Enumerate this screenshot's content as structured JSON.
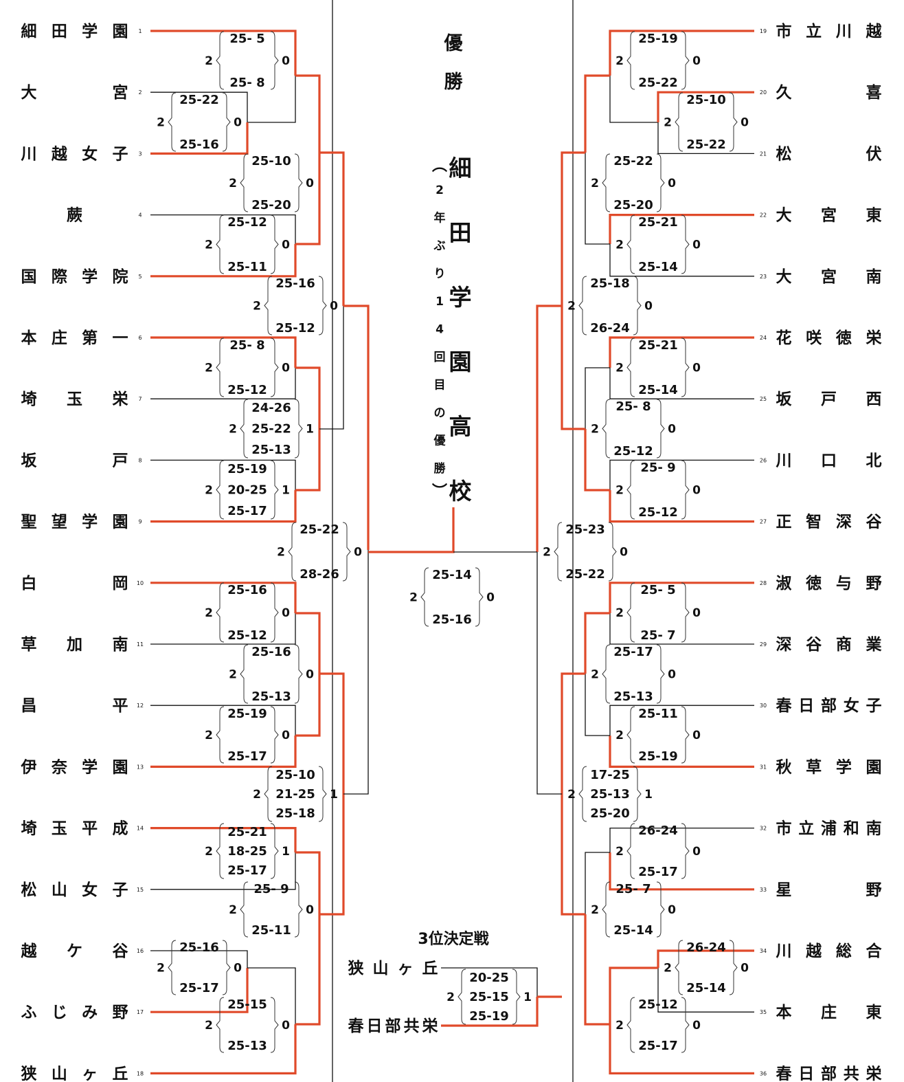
{
  "left_teams": [
    {
      "seed": "1",
      "name": "細田学園"
    },
    {
      "seed": "2",
      "name": "大宮"
    },
    {
      "seed": "3",
      "name": "川越女子"
    },
    {
      "seed": "4",
      "name": "蕨"
    },
    {
      "seed": "5",
      "name": "国際学院"
    },
    {
      "seed": "6",
      "name": "本庄第一"
    },
    {
      "seed": "7",
      "name": "埼玉栄"
    },
    {
      "seed": "8",
      "name": "坂戸"
    },
    {
      "seed": "9",
      "name": "聖望学園"
    },
    {
      "seed": "10",
      "name": "白岡"
    },
    {
      "seed": "11",
      "name": "草加南"
    },
    {
      "seed": "12",
      "name": "昌平"
    },
    {
      "seed": "13",
      "name": "伊奈学園"
    },
    {
      "seed": "14",
      "name": "埼玉平成"
    },
    {
      "seed": "15",
      "name": "松山女子"
    },
    {
      "seed": "16",
      "name": "越ケ谷"
    },
    {
      "seed": "17",
      "name": "ふじみ野"
    },
    {
      "seed": "18",
      "name": "狭山ヶ丘"
    }
  ],
  "right_teams": [
    {
      "seed": "19",
      "name": "市立川越"
    },
    {
      "seed": "20",
      "name": "久喜"
    },
    {
      "seed": "21",
      "name": "松伏"
    },
    {
      "seed": "22",
      "name": "大宮東"
    },
    {
      "seed": "23",
      "name": "大宮南"
    },
    {
      "seed": "24",
      "name": "花咲徳栄"
    },
    {
      "seed": "25",
      "name": "坂戸西"
    },
    {
      "seed": "26",
      "name": "川口北"
    },
    {
      "seed": "27",
      "name": "正智深谷"
    },
    {
      "seed": "28",
      "name": "淑徳与野"
    },
    {
      "seed": "29",
      "name": "深谷商業"
    },
    {
      "seed": "30",
      "name": "春日部女子"
    },
    {
      "seed": "31",
      "name": "秋草学園"
    },
    {
      "seed": "32",
      "name": "市立浦和南"
    },
    {
      "seed": "33",
      "name": "星野"
    },
    {
      "seed": "34",
      "name": "川越総合"
    },
    {
      "seed": "35",
      "name": "本庄東"
    },
    {
      "seed": "36",
      "name": "春日部共栄"
    }
  ],
  "matches": [
    {
      "sets": [
        "25- 5",
        "25- 8"
      ],
      "win_sets": "2",
      "lose_sets": "0"
    },
    {
      "sets": [
        "25-22",
        "25-16"
      ],
      "win_sets": "2",
      "lose_sets": "0"
    },
    {
      "sets": [
        "25-10",
        "25-20"
      ],
      "win_sets": "2",
      "lose_sets": "0"
    },
    {
      "sets": [
        "25-12",
        "25-11"
      ],
      "win_sets": "2",
      "lose_sets": "0"
    },
    {
      "sets": [
        "25-16",
        "25-12"
      ],
      "win_sets": "2",
      "lose_sets": "0"
    },
    {
      "sets": [
        "25- 8",
        "25-12"
      ],
      "win_sets": "2",
      "lose_sets": "0"
    },
    {
      "sets": [
        "24-26",
        "25-22",
        "25-13"
      ],
      "win_sets": "2",
      "lose_sets": "1"
    },
    {
      "sets": [
        "25-19",
        "20-25",
        "25-17"
      ],
      "win_sets": "2",
      "lose_sets": "1"
    },
    {
      "sets": [
        "25-22",
        "28-26"
      ],
      "win_sets": "2",
      "lose_sets": "0"
    },
    {
      "sets": [
        "25-16",
        "25-12"
      ],
      "win_sets": "2",
      "lose_sets": "0"
    },
    {
      "sets": [
        "25-16",
        "25-13"
      ],
      "win_sets": "2",
      "lose_sets": "0"
    },
    {
      "sets": [
        "25-19",
        "25-17"
      ],
      "win_sets": "2",
      "lose_sets": "0"
    },
    {
      "sets": [
        "25-10",
        "21-25",
        "25-18"
      ],
      "win_sets": "2",
      "lose_sets": "1"
    },
    {
      "sets": [
        "25-21",
        "18-25",
        "25-17"
      ],
      "win_sets": "2",
      "lose_sets": "1"
    },
    {
      "sets": [
        "25- 9",
        "25-11"
      ],
      "win_sets": "2",
      "lose_sets": "0"
    },
    {
      "sets": [
        "25-16",
        "25-17"
      ],
      "win_sets": "2",
      "lose_sets": "0"
    },
    {
      "sets": [
        "25-15",
        "25-13"
      ],
      "win_sets": "2",
      "lose_sets": "0"
    },
    {
      "sets": [
        "25-19",
        "25-22"
      ],
      "win_sets": "2",
      "lose_sets": "0"
    },
    {
      "sets": [
        "25-10",
        "25-22"
      ],
      "win_sets": "2",
      "lose_sets": "0"
    },
    {
      "sets": [
        "25-22",
        "25-20"
      ],
      "win_sets": "2",
      "lose_sets": "0"
    },
    {
      "sets": [
        "25-21",
        "25-14"
      ],
      "win_sets": "2",
      "lose_sets": "0"
    },
    {
      "sets": [
        "25-18",
        "26-24"
      ],
      "win_sets": "2",
      "lose_sets": "0"
    },
    {
      "sets": [
        "25-21",
        "25-14"
      ],
      "win_sets": "2",
      "lose_sets": "0"
    },
    {
      "sets": [
        "25- 8",
        "25-12"
      ],
      "win_sets": "2",
      "lose_sets": "0"
    },
    {
      "sets": [
        "25- 9",
        "25-12"
      ],
      "win_sets": "2",
      "lose_sets": "0"
    },
    {
      "sets": [
        "25-23",
        "25-22"
      ],
      "win_sets": "2",
      "lose_sets": "0"
    },
    {
      "sets": [
        "25- 5",
        "25- 7"
      ],
      "win_sets": "2",
      "lose_sets": "0"
    },
    {
      "sets": [
        "25-17",
        "25-13"
      ],
      "win_sets": "2",
      "lose_sets": "0"
    },
    {
      "sets": [
        "25-11",
        "25-19"
      ],
      "win_sets": "2",
      "lose_sets": "0"
    },
    {
      "sets": [
        "17-25",
        "25-13",
        "25-20"
      ],
      "win_sets": "2",
      "lose_sets": "1"
    },
    {
      "sets": [
        "26-24",
        "25-17"
      ],
      "win_sets": "2",
      "lose_sets": "0"
    },
    {
      "sets": [
        "25- 7",
        "25-14"
      ],
      "win_sets": "2",
      "lose_sets": "0"
    },
    {
      "sets": [
        "26-24",
        "25-14"
      ],
      "win_sets": "2",
      "lose_sets": "0"
    },
    {
      "sets": [
        "25-12",
        "25-17"
      ],
      "win_sets": "2",
      "lose_sets": "0"
    },
    {
      "sets": [
        "25-14",
        "25-16"
      ],
      "win_sets": "2",
      "lose_sets": "0"
    },
    {
      "sets": [
        "20-25",
        "25-15",
        "25-19"
      ],
      "win_sets": "2",
      "lose_sets": "1"
    }
  ],
  "champion": {
    "label": "優勝",
    "school": "細田学園高校",
    "note": "2年ぶり14回目の優勝",
    "paren_open": "︵",
    "paren_close": "︶"
  },
  "third_place": {
    "title": "3位決定戦",
    "team_top": "狭山ヶ丘",
    "team_bottom": "春日部共栄"
  },
  "colors": {
    "winner_line": "#e04a2a",
    "line": "#111111"
  }
}
